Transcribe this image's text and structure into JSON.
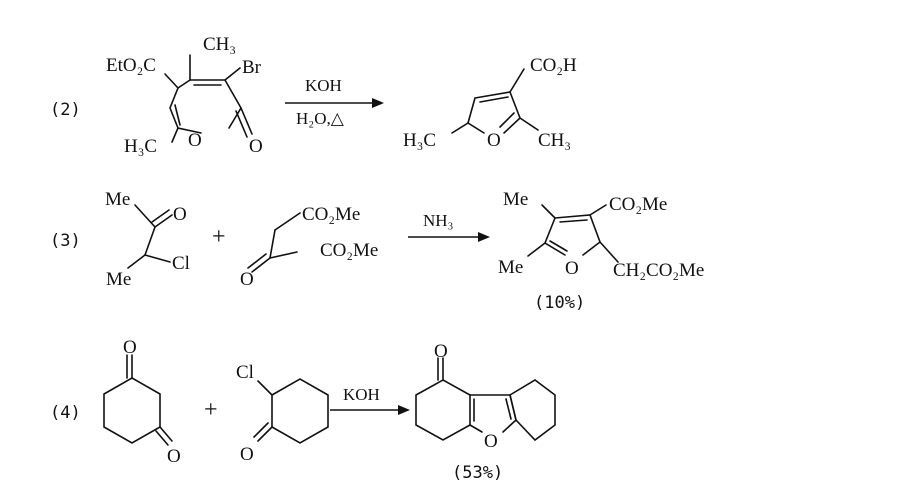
{
  "reactions": [
    {
      "number": "(2)",
      "reagent1": {
        "ring_oxygen": "O",
        "carbonyl_oxygen": "O",
        "ester": "EtO₂C",
        "methyl_top": "CH₃",
        "bromo": "Br",
        "methyl_bottom": "H₃C"
      },
      "conditions_above": "KOH",
      "conditions_below": "H₂O,△",
      "product": {
        "ring_oxygen": "O",
        "acid": "CO₂H",
        "methyl_left": "H₃C",
        "methyl_right": "CH₃"
      }
    },
    {
      "number": "(3)",
      "reagent1": {
        "me_top": "Me",
        "oxygen": "O",
        "chloro": "Cl",
        "me_bottom": "Me"
      },
      "plus": "+",
      "reagent2": {
        "ester_top": "CO₂Me",
        "ester_right": "CO₂Me",
        "oxygen": "O"
      },
      "conditions_above": "NH₃",
      "product": {
        "me_top": "Me",
        "ester_top": "CO₂Me",
        "me_left": "Me",
        "ring_oxygen": "O",
        "side_chain": "CH₂CO₂Me"
      },
      "yield": "(10%)"
    },
    {
      "number": "(4)",
      "reagent1": {
        "oxygen_top": "O",
        "oxygen_bottom": "O"
      },
      "plus": "+",
      "reagent2": {
        "chloro": "Cl",
        "oxygen": "O"
      },
      "conditions_above": "KOH",
      "product": {
        "carbonyl_oxygen": "O",
        "ring_oxygen": "O"
      },
      "yield": "(53%)"
    }
  ]
}
